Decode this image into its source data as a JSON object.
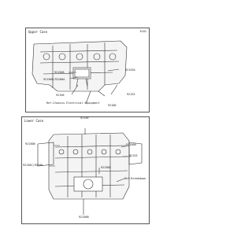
{
  "upper": {
    "title": "Upper Case",
    "frame_code": "E101",
    "labels": {
      "l_92150a": "92150A",
      "l_92153a": "92153A",
      "l_92150b_92200a": "92150B/92200A",
      "l_92153": "92153",
      "l_92150": "92150",
      "l_ref_chassis": "Ref.Chassis Electrical Equipment",
      "l_92160": "92160"
    }
  },
  "lower": {
    "title": "Lower Case",
    "labels": {
      "l_92150_top": "92150",
      "l_92150b_left": "92150B",
      "l_92150b_right": "92150B",
      "l_92153": "92153",
      "l_92150c_92200": "92150C/92200",
      "l_92150d": "92150D",
      "l_ref_breakdown": "Ref.Breakdown",
      "l_92150b_bottom": "92150B"
    }
  },
  "colors": {
    "line": "#333333",
    "fill": "#f4f4f4"
  }
}
